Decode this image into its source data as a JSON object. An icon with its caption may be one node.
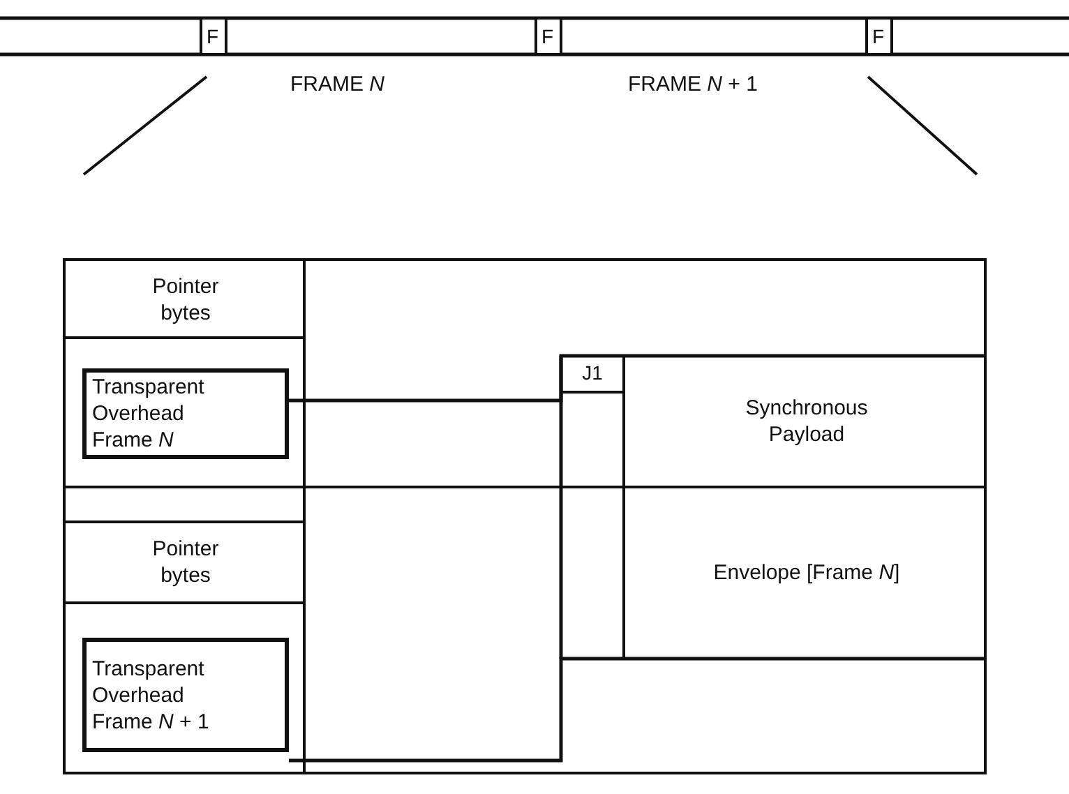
{
  "diagram": {
    "nodes": [
      {
        "text": [
          "F"
        ]
      },
      {
        "text": [
          "F"
        ]
      },
      {
        "text": [
          "F"
        ]
      },
      {
        "text": [],
        "shape": "box"
      },
      {
        "text": [
          "Pointer bytes"
        ],
        "in": 3
      },
      {
        "text": [
          "Transparent Overhead Frame *N*"
        ],
        "in": 3
      },
      {
        "text": [
          "Pointer bytes"
        ],
        "in": 3
      },
      {
        "text": [
          "Transparent Overhead Frame *N* + 1"
        ],
        "in": 3
      },
      {
        "text": [
          "J1"
        ],
        "in": 3
      },
      {
        "text": [
          "Synchronous Payload"
        ],
        "in": 3
      },
      {
        "text": [
          "Envelope [Frame *N*]"
        ],
        "in": 3
      }
    ],
    "labels": [
      "FRAME *N*",
      "FRAME *N* + 1"
    ]
  }
}
